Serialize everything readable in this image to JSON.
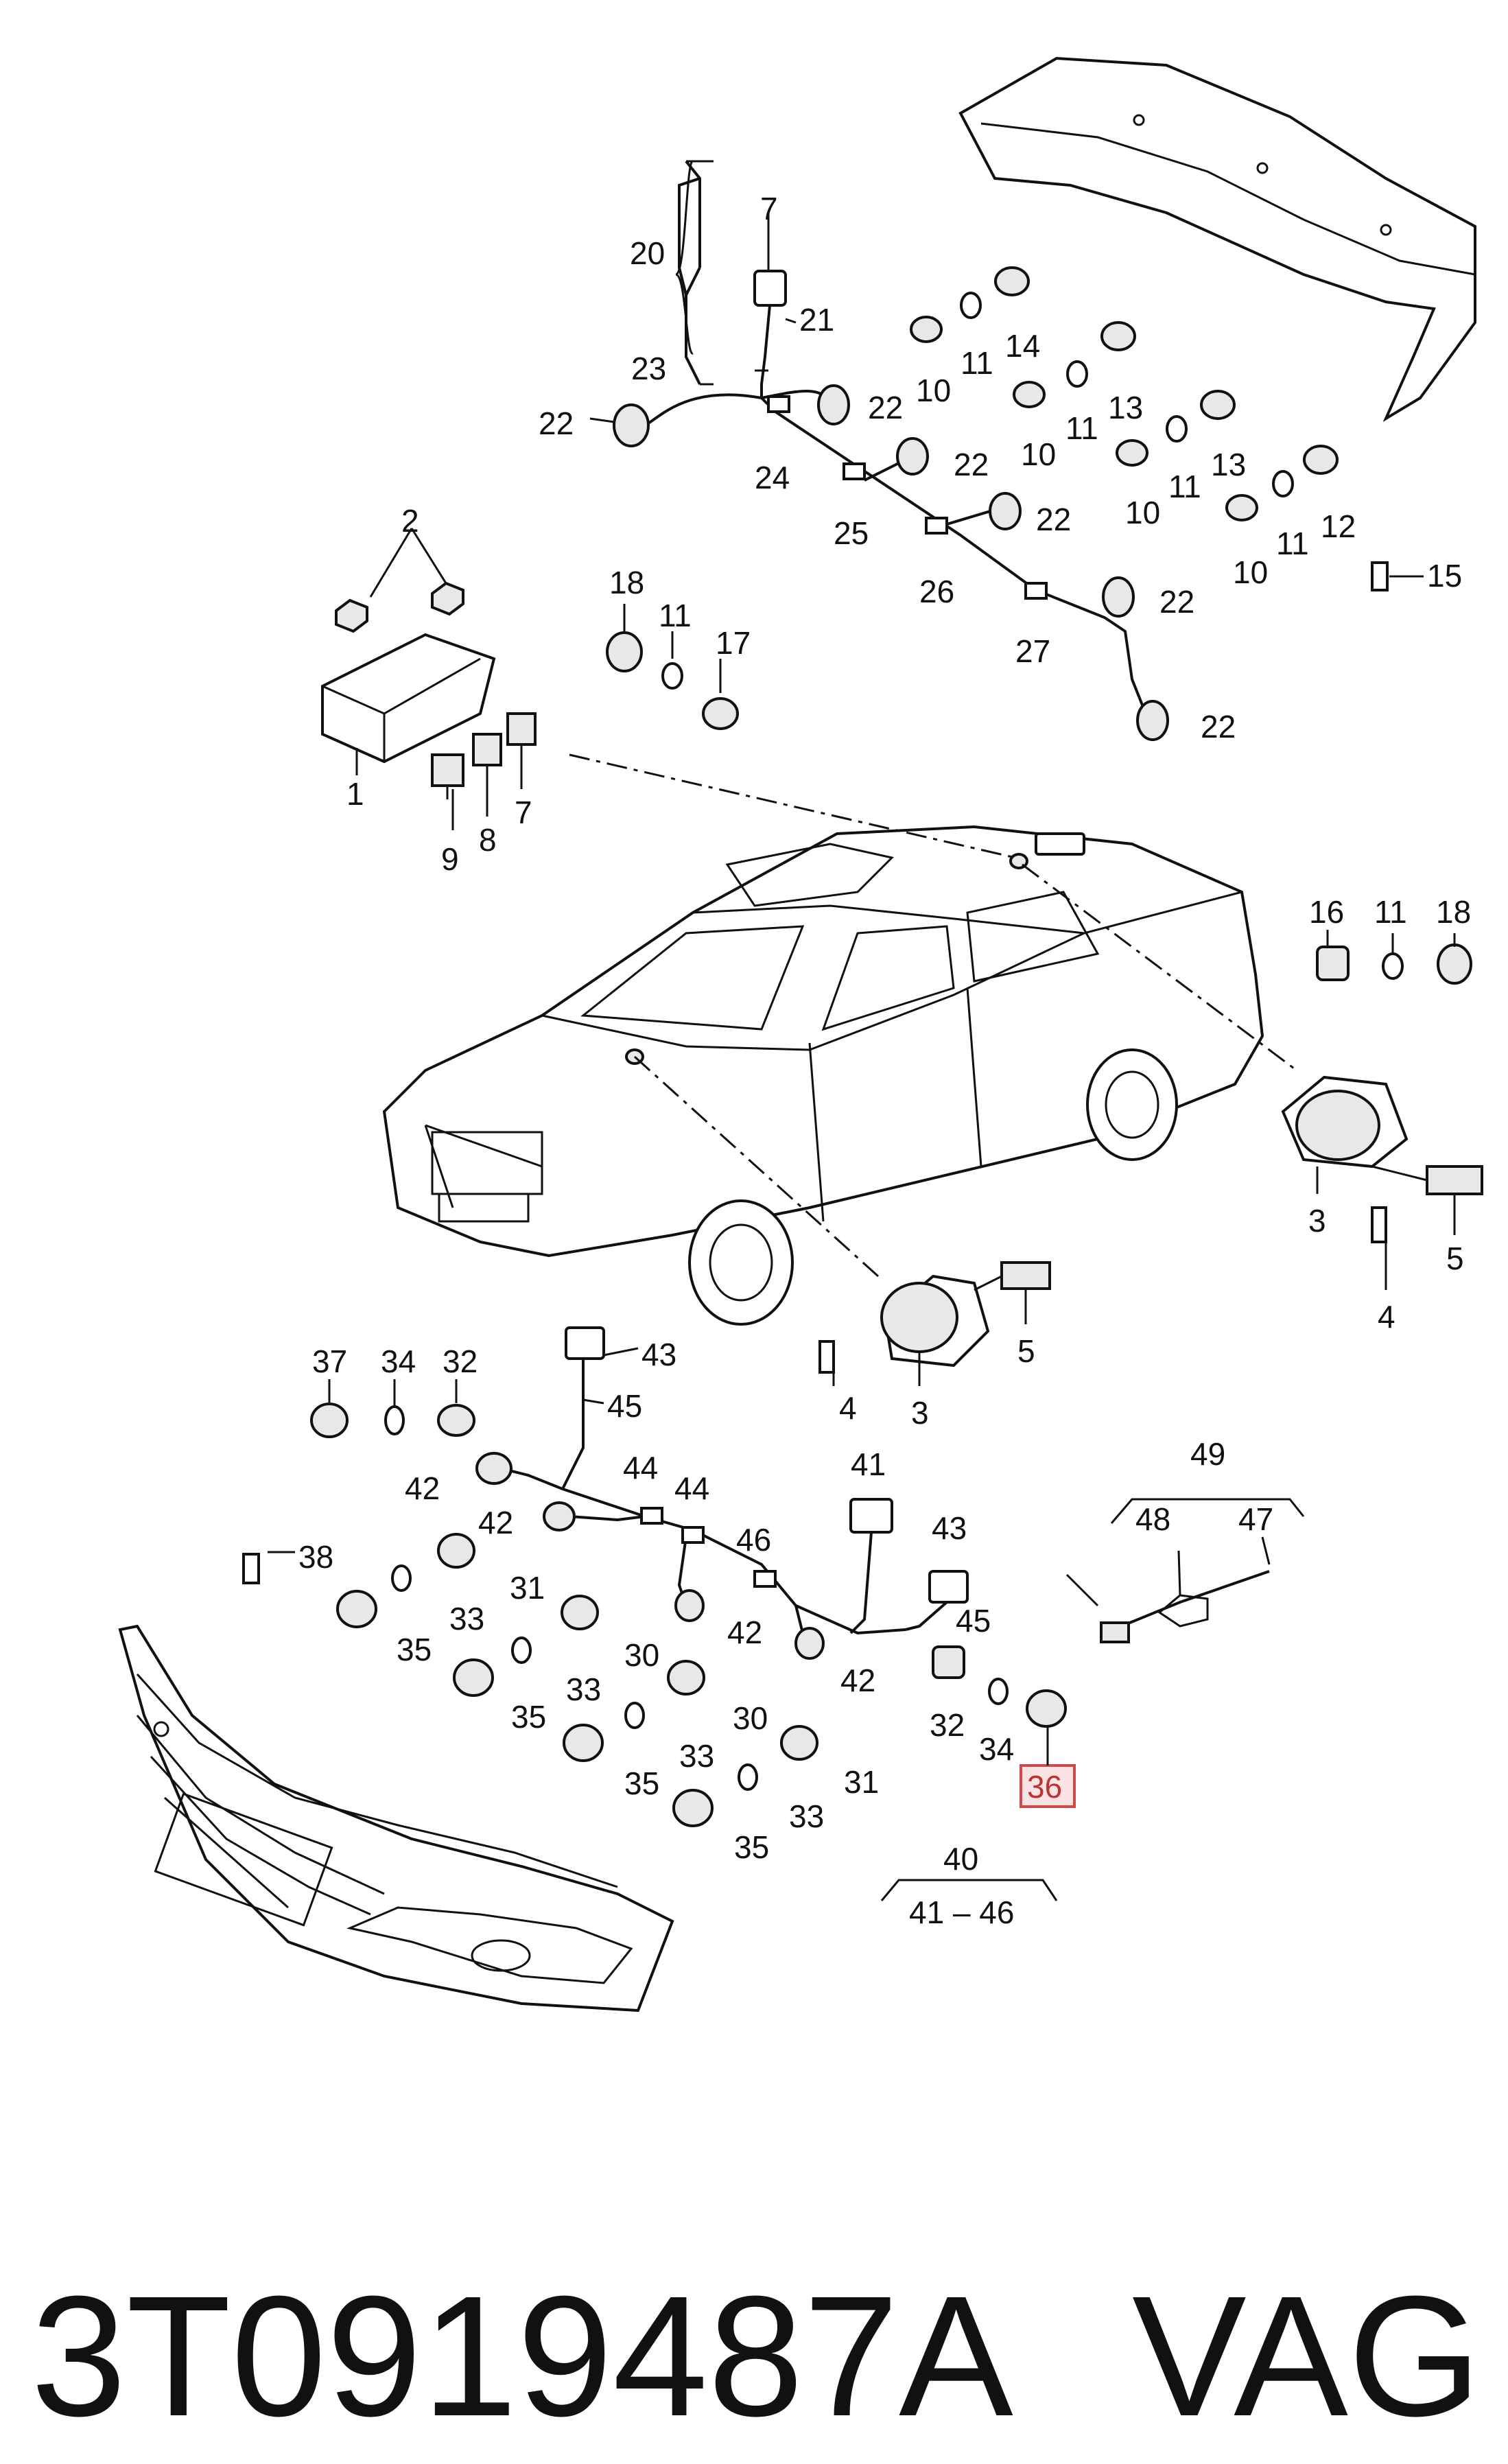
{
  "part_number": "3T0919487A",
  "brand": "VAG",
  "highlight": {
    "color": "#d04848",
    "fill": "#fbe3e3",
    "item": "36"
  },
  "callouts": {
    "c1": "1",
    "c2": "2",
    "c3a": "3",
    "c3b": "3",
    "c4a": "4",
    "c4b": "4",
    "c5a": "5",
    "c5b": "5",
    "c7a": "7",
    "c7b": "7",
    "c8": "8",
    "c9": "9",
    "c10a": "10",
    "c10b": "10",
    "c10c": "10",
    "c10d": "10",
    "c11a": "11",
    "c11b": "11",
    "c11c": "11",
    "c11d": "11",
    "c11e": "11",
    "c11f": "11",
    "c12": "12",
    "c13a": "13",
    "c13b": "13",
    "c14": "14",
    "c15": "15",
    "c16": "16",
    "c17": "17",
    "c18a": "18",
    "c18b": "18",
    "c20": "20",
    "c21": "21",
    "c22a": "22",
    "c22b": "22",
    "c22c": "22",
    "c22d": "22",
    "c22e": "22",
    "c22f": "22",
    "c23": "23",
    "c24": "24",
    "c25": "25",
    "c26": "26",
    "c27": "27",
    "c30a": "30",
    "c30b": "30",
    "c31a": "31",
    "c31b": "31",
    "c32a": "32",
    "c32b": "32",
    "c33a": "33",
    "c33b": "33",
    "c33c": "33",
    "c33d": "33",
    "c34a": "34",
    "c34b": "34",
    "c35a": "35",
    "c35b": "35",
    "c35c": "35",
    "c35d": "35",
    "c36": "36",
    "c37": "37",
    "c38": "38",
    "c40": "40",
    "c40range": "41 – 46",
    "c41": "41",
    "c42a": "42",
    "c42b": "42",
    "c42c": "42",
    "c42d": "42",
    "c43a": "43",
    "c43b": "43",
    "c44a": "44",
    "c44b": "44",
    "c45a": "45",
    "c45b": "45",
    "c46": "46",
    "c47": "47",
    "c48": "48",
    "c49": "49"
  }
}
